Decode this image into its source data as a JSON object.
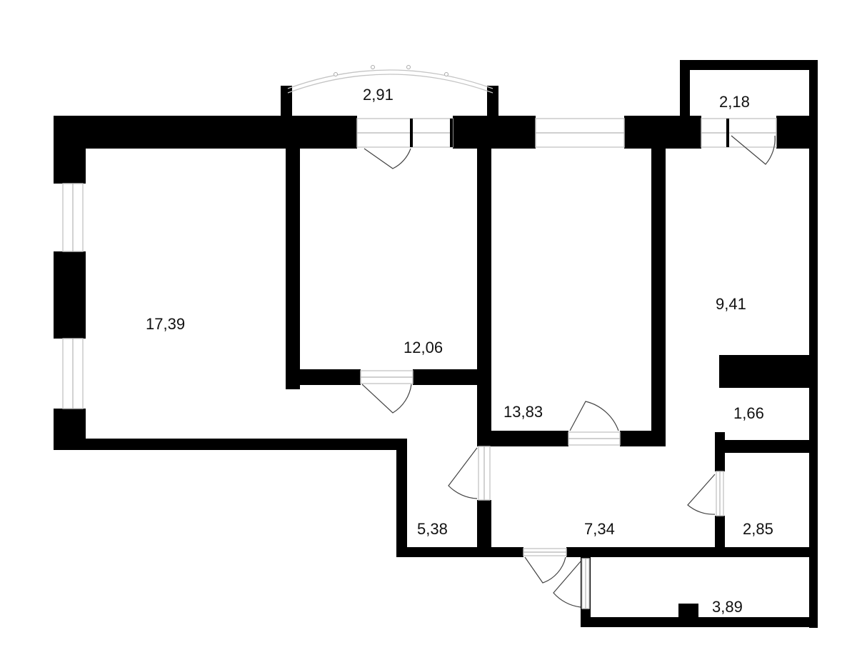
{
  "plan": {
    "rooms": [
      {
        "id": "living-room",
        "area": "17,39"
      },
      {
        "id": "bedroom-center",
        "area": "12,06"
      },
      {
        "id": "bedroom-right",
        "area": "13,83"
      },
      {
        "id": "kitchen",
        "area": "9,41"
      },
      {
        "id": "bay-balcony",
        "area": "2,91"
      },
      {
        "id": "loggia",
        "area": "2,18"
      },
      {
        "id": "storage",
        "area": "1,66"
      },
      {
        "id": "corridor",
        "area": "5,38"
      },
      {
        "id": "hallway",
        "area": "7,34"
      },
      {
        "id": "bathroom",
        "area": "2,85"
      },
      {
        "id": "entrance",
        "area": "3,89"
      }
    ],
    "colors": {
      "wall": "#000000",
      "background": "#ffffff",
      "frame": "#c8c8c8",
      "text": "#111111"
    }
  }
}
